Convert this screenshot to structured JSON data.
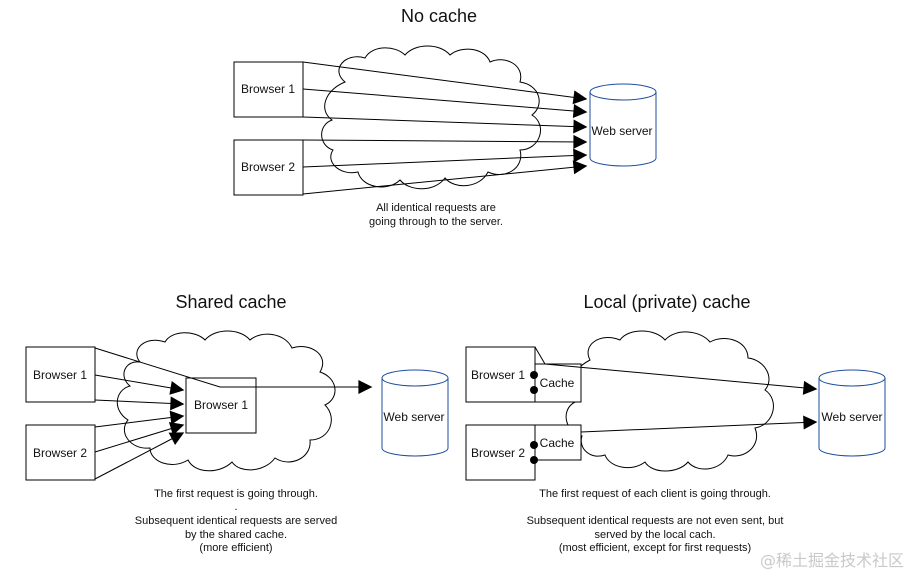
{
  "sections": {
    "no_cache": {
      "title": "No cache",
      "browser1": "Browser 1",
      "browser2": "Browser 2",
      "server": "Web server",
      "caption": [
        "All identical requests are",
        "going through to the server."
      ]
    },
    "shared": {
      "title": "Shared cache",
      "browser1": "Browser 1",
      "browser2": "Browser 2",
      "proxy": "Browser 1",
      "server": "Web server",
      "caption": [
        "The first request is going through.",
        ".",
        "Subsequent identical requests are served",
        "by the shared cache.",
        "(more efficient)"
      ]
    },
    "local": {
      "title": "Local (private) cache",
      "browser1": "Browser 1",
      "browser2": "Browser 2",
      "cache1": "Cache",
      "cache2": "Cache",
      "server": "Web server",
      "caption": [
        "The first request of each client is going through.",
        "",
        "Subsequent identical requests are not even sent, but",
        "served by the local cach.",
        "(most efficient, except for first requests)"
      ]
    }
  },
  "watermark": "@稀土掘金技术社区"
}
